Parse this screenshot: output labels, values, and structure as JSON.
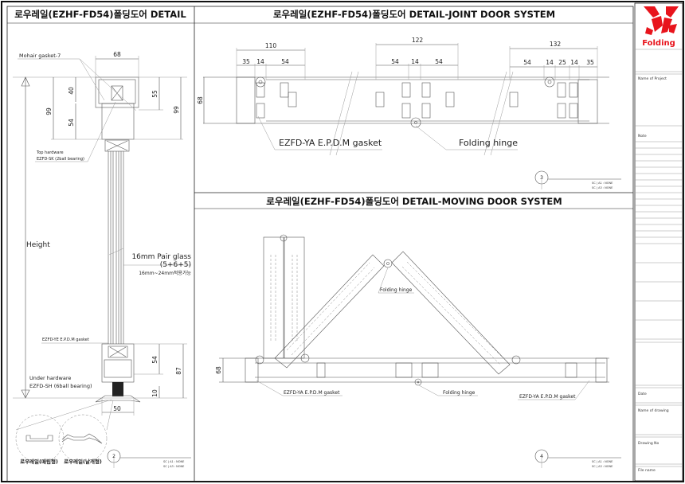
{
  "panels": {
    "left": {
      "title": "로우레일(EZHF-FD54)폴딩도어 DETAIL",
      "labels": {
        "mohair": "Mohair gasket-7",
        "top_hw_1": "Top hardware",
        "top_hw_2": "EZFD-SK (2ball bearing)",
        "height": "Height",
        "glass_1": "16mm Pair glass",
        "glass_2": "(5+6+5)",
        "glass_3": "16mm~24mm적용가능",
        "gasket": "EZFD-YE E.P.D.M gasket",
        "under_hw_1": "Under hardware",
        "under_hw_2": "EZFD-SH (6ball bearing)",
        "rail_a": "로우레일(매립형)",
        "rail_b": "로우레일(날개형)"
      },
      "dims": {
        "w68": "68",
        "h99a": "99",
        "h40": "40",
        "h54a": "54",
        "h55": "55",
        "h99b": "99",
        "h54b": "54",
        "h87": "87",
        "h10": "10",
        "w50": "50"
      },
      "detail_no": "2",
      "scale_1": "SC  |  A1 : NONE",
      "scale_2": "SC  |  A3 : NONE"
    },
    "joint": {
      "title": "로우레일(EZHF-FD54)폴딩도어 DETAIL-JOINT DOOR SYSTEM",
      "dims": {
        "d110": "110",
        "d35": "35",
        "d14a": "14",
        "d54a": "54",
        "d122": "122",
        "d54b": "54",
        "d14b": "14",
        "d54c": "54",
        "d132": "132",
        "d54d": "54",
        "d14c": "14",
        "d25": "25",
        "d14d": "14",
        "d35b": "35",
        "h68": "68"
      },
      "labels": {
        "gasket": "EZFD-YA E.P.D.M gasket",
        "hinge": "Folding hinge"
      },
      "detail_no": "3",
      "scale_1": "SC  |  A1 : NONE",
      "scale_2": "SC  |  A3 : NONE"
    },
    "moving": {
      "title": "로우레일(EZHF-FD54)폴딩도어 DETAIL-MOVING DOOR SYSTEM",
      "dims": {
        "h68": "68"
      },
      "labels": {
        "hinge_top": "Folding hinge",
        "gasket_left": "EZFD-YA E.P.D.M gasket",
        "hinge_bottom": "Folding hinge",
        "gasket_right": "EZFD-YA E.P.D.M gasket"
      },
      "detail_no": "4",
      "scale_1": "SC  |  A1 : NONE",
      "scale_2": "SC  |  A3 : NONE"
    }
  },
  "title_block": {
    "brand": "Folding",
    "brand_color": "#e8141c",
    "name_of_project": "Name of Project",
    "note": "Note",
    "date": "Date",
    "name_of_drawing": "Name of drawing",
    "drawing_no": "Drawing No",
    "file_name": "File name"
  }
}
